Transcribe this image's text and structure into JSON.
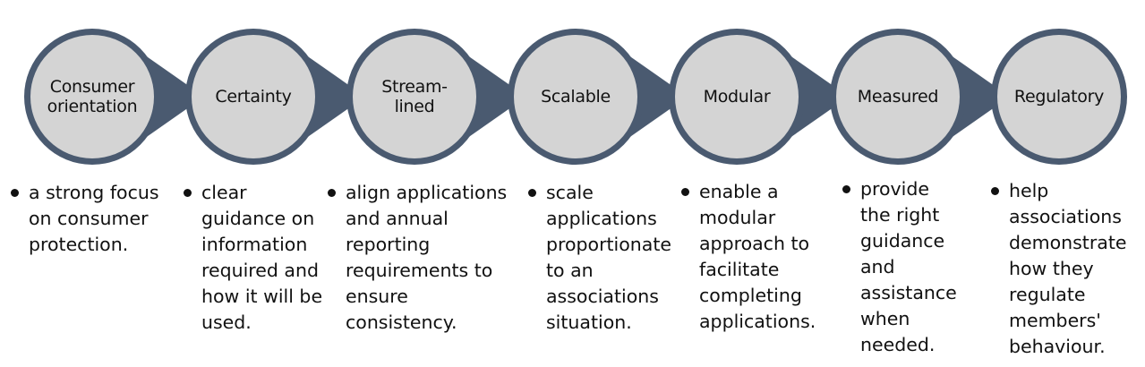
{
  "colors": {
    "ring": "#4a5a70",
    "fill": "#d4d4d4",
    "text": "#111111"
  },
  "steps": [
    {
      "title": "Consumer\norientation",
      "bullet": "a strong focus\non consumer\nprotection."
    },
    {
      "title": "Certainty",
      "bullet": "clear\nguidance on\ninformation\nrequired and\nhow it will be\nused."
    },
    {
      "title": "Stream-\nlined",
      "bullet": "align applications\nand annual\nreporting\nrequirements to\nensure\nconsistency."
    },
    {
      "title": "Scalable",
      "bullet": "scale\napplications\nproportionate\nto an\nassociations\nsituation."
    },
    {
      "title": "Modular",
      "bullet": "enable a\nmodular\napproach to\nfacilitate\ncompleting\napplications."
    },
    {
      "title": "Measured",
      "bullet": "provide\nthe right\nguidance\nand\nassistance\nwhen\nneeded."
    },
    {
      "title": "Regulatory",
      "bullet": "help\nassociations\ndemonstrate\nhow they\nregulate\nmembers'\nbehaviour."
    }
  ]
}
